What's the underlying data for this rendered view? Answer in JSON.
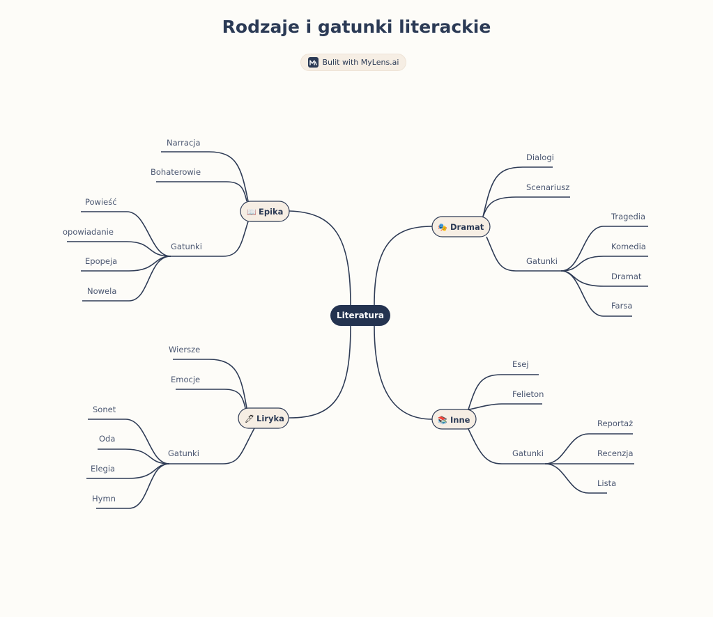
{
  "title": "Rodzaje i gatunki literackie",
  "badge": {
    "label": "Bulit with MyLens.ai",
    "icon": "mylens-logo-icon"
  },
  "center": "Literatura",
  "branches": {
    "epika": {
      "label": "Epika",
      "icon": "📖",
      "leaves": [
        "Narracja",
        "Bohaterowie"
      ],
      "group": {
        "label": "Gatunki",
        "leaves": [
          "Powieść",
          "opowiadanie",
          "Epopeja",
          "Nowela"
        ]
      }
    },
    "liryka": {
      "label": "Liryka",
      "icon": "🖊",
      "leaves": [
        "Wiersze",
        "Emocje"
      ],
      "group": {
        "label": "Gatunki",
        "leaves": [
          "Sonet",
          "Oda",
          "Elegia",
          "Hymn"
        ]
      }
    },
    "dramat": {
      "label": "Dramat",
      "icon": "🎭",
      "leaves": [
        "Dialogi",
        "Scenariusz"
      ],
      "group": {
        "label": "Gatunki",
        "leaves": [
          "Tragedia",
          "Komedia",
          "Dramat",
          "Farsa"
        ]
      }
    },
    "inne": {
      "label": "Inne",
      "icon": "📚",
      "leaves": [
        "Esej",
        "Felieton"
      ],
      "group": {
        "label": "Gatunki",
        "leaves": [
          "Reportaż",
          "Recenzja",
          "Lista"
        ]
      }
    }
  },
  "colors": {
    "background": "#fdfcf8",
    "line": "#2e3b55",
    "center_fill": "#243350",
    "pill_fill": "#f6eee4"
  }
}
